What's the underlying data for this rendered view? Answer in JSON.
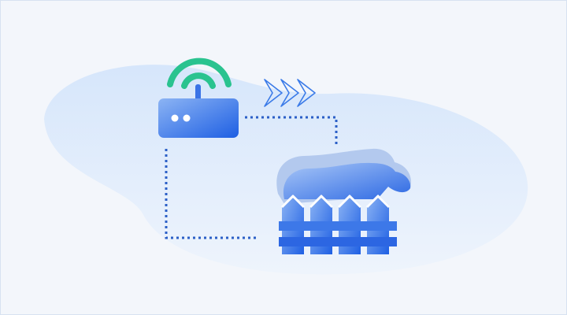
{
  "illustration": {
    "subject": "wifi-router-to-fence-network",
    "router": {
      "status_lights": 2,
      "wifi_arcs": 2,
      "wifi_color": "#2ac38f"
    },
    "direction_chevrons": 3,
    "colors": {
      "accent_blue": "#2f6fe6",
      "light_blue": "#8bb2f2",
      "blob": "#dbe8fb",
      "link": "#2b5fc7",
      "background": "#f3f6fb",
      "border": "#d7e2f1"
    }
  }
}
